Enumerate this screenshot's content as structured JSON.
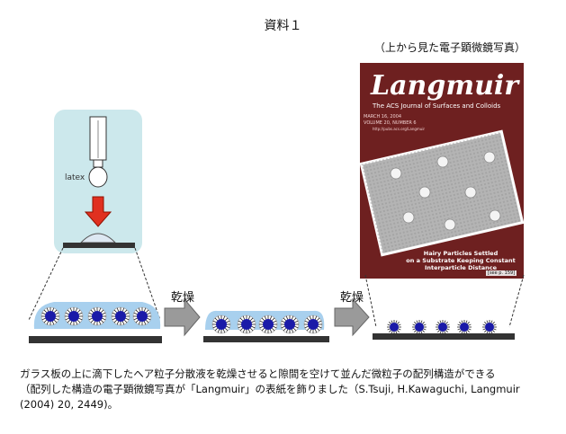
{
  "title": "資料１",
  "micrograph_label": "（上から見た電子顕微鏡写真）",
  "cover": {
    "title": "Langmuir",
    "subtitle": "The ACS Journal of Surfaces and Colloids",
    "date": "MARCH 16, 2004",
    "volume": "VOLUME 20, NUMBER 6",
    "url": "http://pubs.acs.org/Langmuir",
    "caption_line1": "Hairy Particles Settled",
    "caption_line2": "on a Substrate Keeping Constant",
    "caption_line3": "Interparticle Distance",
    "issue": "[see p. 159]",
    "bg_color": "#6e2020"
  },
  "latex_label": "latex",
  "drying_label_1": "乾燥",
  "drying_label_2": "乾燥",
  "caption_lines": [
    "ガラス板の上に滴下したヘア粒子分散液を乾燥させると隙間を空けて並んだ微粒子の配列構造ができる",
    "（配列した構造の電子顕微鏡写真が「Langmuir」の表紙を飾りました（S.Tsuji, H.Kawaguchi, Langmuir",
    "(2004) 20, 2449)。"
  ],
  "colors": {
    "particle": "#1a1aa8",
    "droplet": "#a8d0ee",
    "syringe_panel": "#cce8ec",
    "arrow": "#e03020",
    "substrate": "#333333"
  }
}
